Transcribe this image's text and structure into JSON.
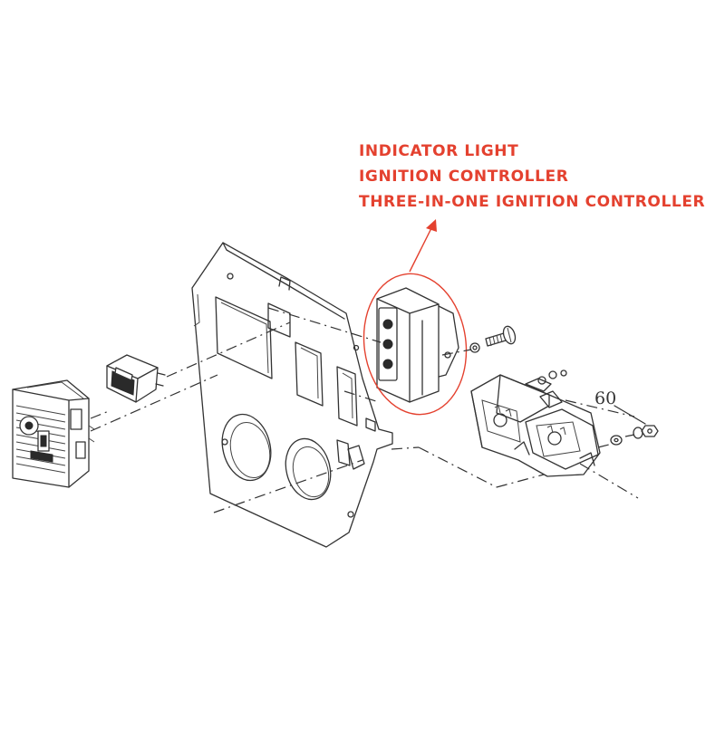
{
  "callout": {
    "lines": [
      "INDICATOR LIGHT",
      "IGNITION CONTROLLER",
      "THREE-IN-ONE IGNITION CONTROLLER"
    ],
    "color": "#e4412f"
  },
  "parts": {
    "number_label": "60"
  },
  "colors": {
    "line": "#333333",
    "background": "#ffffff",
    "highlight": "#e4412f"
  }
}
